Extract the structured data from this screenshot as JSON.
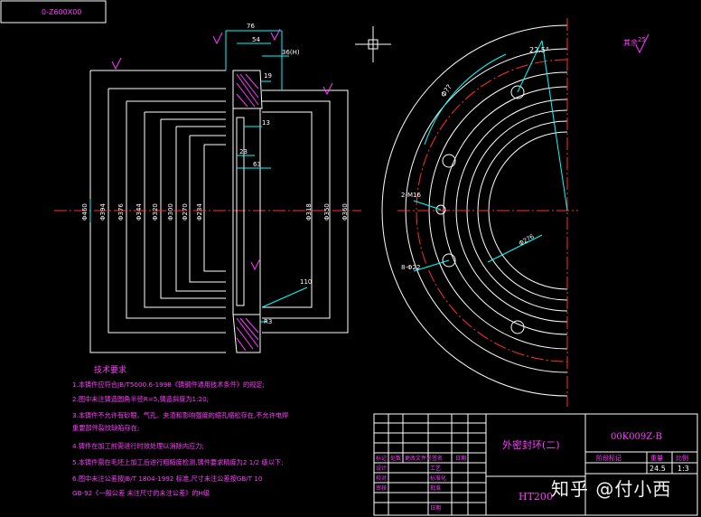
{
  "drawing_code_box": "0-Z600X00",
  "roughness_mark": "其余",
  "roughness_value": "25",
  "section_view": {
    "dim_top_76": "76",
    "dim_top_54": "54",
    "dim_top_36": "36(H)",
    "dim_19": "19",
    "dim_13": "13",
    "dim_23": "23",
    "dim_63": "63",
    "dim_110": "110",
    "dim_r3": "R3",
    "diameters_left": [
      "Φ460",
      "Φ394",
      "Φ376",
      "Φ344",
      "Φ320",
      "Φ300",
      "Φ270",
      "Φ234"
    ],
    "diameters_right": [
      "Φ318",
      "Φ350",
      "Φ360"
    ]
  },
  "circle_view": {
    "angle_label": "22.5°",
    "pcd_label": "Φ??",
    "small_hole_label": "2-M16",
    "holes_label": "8-Φ22",
    "inner_label": "Φ2?6"
  },
  "notes": {
    "heading": "技术要求",
    "lines": [
      "1.本铸件应符合JB/T5000.6-1998《铸钢件通用技术条件》的规定;",
      "2.图中未注铸造圆角半径R=5,铸造斜度为1:20;",
      "3.本铸件不允许有砂眼、气孔、夹渣和影响强度的缩孔缩松存在,不允许电焊",
      "  重要部件裂纹缺陷存在;",
      "4.铸件在加工前需进行时效处理以消除内应力;",
      "5.本铸件需在毛坯上加工后进行粗糙度检测,铸件要求精度为2 1/2 级以下;",
      "6.图中未注公差按JB/T 1804-1992 标准,尺寸未注公差按GB/T 10",
      "  GB-92《一般公差 未注尺寸的未注公差》的H级"
    ]
  },
  "title_block": {
    "part_name": "外密封环(二)",
    "drawing_no": "00K009Z-B",
    "material": "HT200",
    "weight": "24.5",
    "scale": "1:3",
    "hdr_stage": "阶段标记",
    "hdr_weight": "重量",
    "hdr_scale": "比例",
    "row_labels": [
      "标记",
      "处数",
      "更改文件号",
      "签名",
      "日期"
    ],
    "sign_labels": [
      "设计",
      "校对",
      "审核",
      "工艺",
      "标准化",
      "批准",
      "日期"
    ]
  },
  "watermark": "知乎 @付小西"
}
